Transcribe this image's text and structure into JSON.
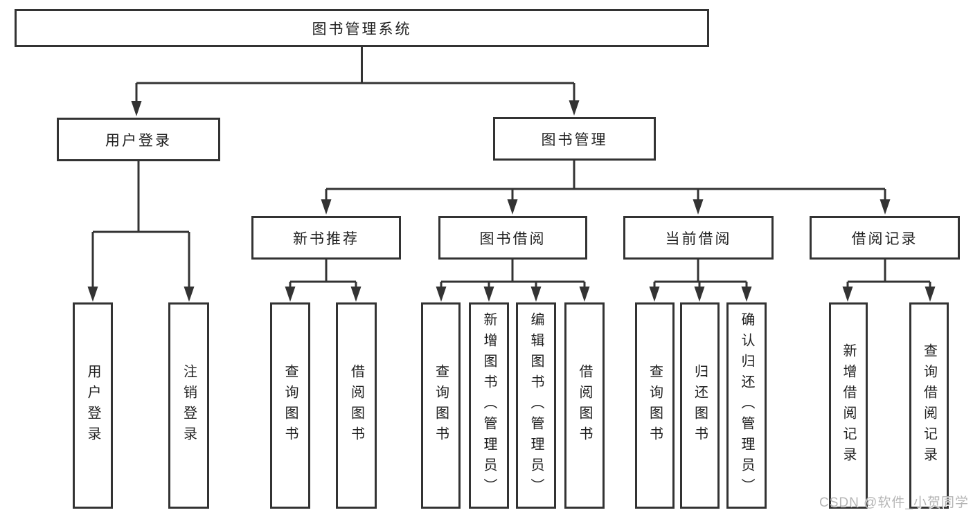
{
  "colors": {
    "line": "#333333",
    "text": "#1f1f1f",
    "bg": "#ffffff",
    "watermark": "#b5b5b5"
  },
  "watermark": "CSDN @软件_小贺同学",
  "tree": {
    "label": "图书管理系统",
    "children": [
      {
        "label": "用户登录",
        "children": [
          {
            "label": "用户登录"
          },
          {
            "label": "注销登录"
          }
        ]
      },
      {
        "label": "图书管理",
        "children": [
          {
            "label": "新书推荐",
            "children": [
              {
                "label": "查询图书"
              },
              {
                "label": "借阅图书"
              }
            ]
          },
          {
            "label": "图书借阅",
            "children": [
              {
                "label": "查询图书"
              },
              {
                "label": "新增图书（管理员）"
              },
              {
                "label": "编辑图书（管理员）"
              },
              {
                "label": "借阅图书"
              }
            ]
          },
          {
            "label": "当前借阅",
            "children": [
              {
                "label": "查询图书"
              },
              {
                "label": "归还图书"
              },
              {
                "label": "确认归还（管理员）"
              }
            ]
          },
          {
            "label": "借阅记录",
            "children": [
              {
                "label": "新增借阅记录"
              },
              {
                "label": "查询借阅记录"
              }
            ]
          }
        ]
      }
    ]
  }
}
